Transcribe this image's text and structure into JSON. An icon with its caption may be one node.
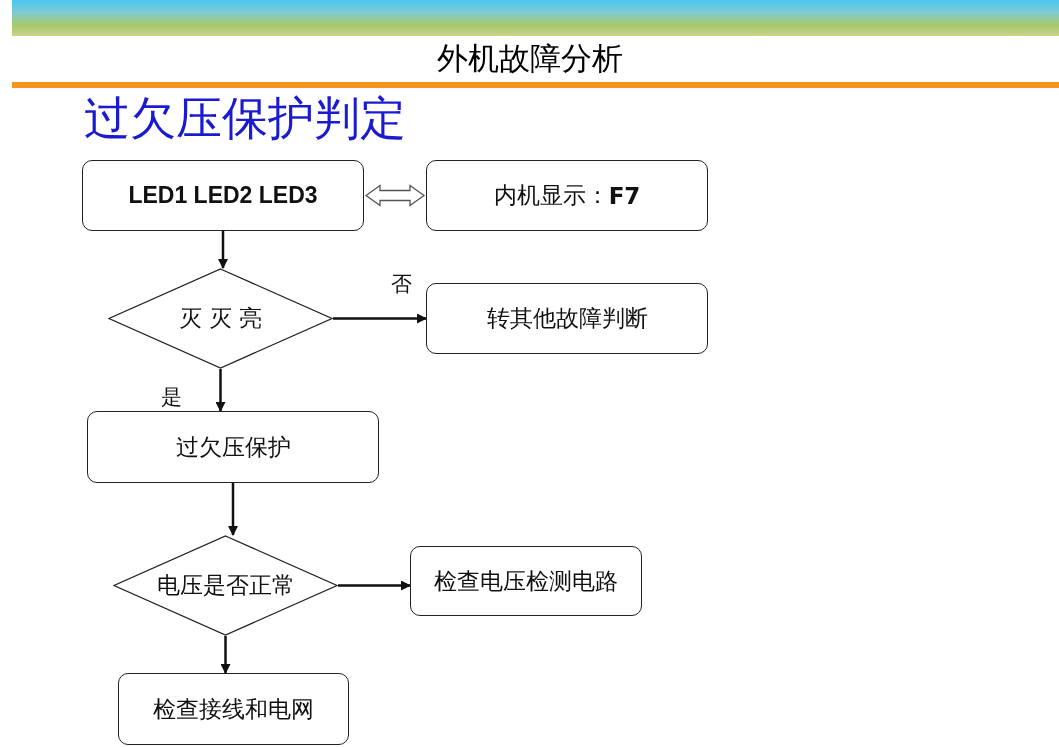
{
  "diagram": {
    "title": "外机故障分析",
    "nodes": [
      {
        "text": [
          "LED1 LED2 LED3"
        ]
      },
      {
        "text": [
          "内机显示：**F7**"
        ]
      },
      {
        "text": [
          "灭 灭 亮"
        ]
      },
      {
        "text": [
          "转其他故障判断"
        ]
      },
      {
        "text": [
          "过欠压保护"
        ]
      },
      {
        "text": [
          "电压是否正常"
        ]
      },
      {
        "text": [
          "检查电压检测电路"
        ]
      },
      {
        "text": [
          "检查接线和电网"
        ]
      }
    ],
    "edges": [
      {
        "from": 0,
        "to": 1,
        "arrow": "both"
      },
      {
        "from": 0,
        "to": 2,
        "arrow": "to"
      },
      {
        "from": 2,
        "to": 3,
        "arrow": "to",
        "label": "否"
      },
      {
        "from": 2,
        "to": 4,
        "arrow": "to",
        "label": "是"
      },
      {
        "from": 4,
        "to": 5,
        "arrow": "to"
      },
      {
        "from": 5,
        "to": 6,
        "arrow": "to"
      },
      {
        "from": 5,
        "to": 7,
        "arrow": "to"
      }
    ],
    "labels": [
      "过欠压保护判定"
    ]
  }
}
